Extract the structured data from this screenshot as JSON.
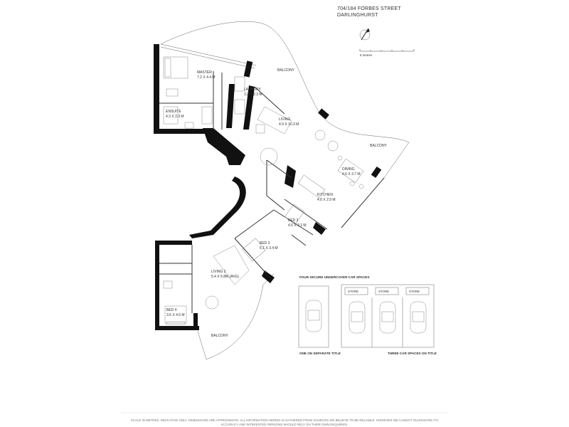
{
  "header": {
    "address_line1": "704/184 FORBES STREET",
    "address_line2": "DARLINGHURST"
  },
  "scale": {
    "label": "5 metres"
  },
  "rooms": [
    {
      "name": "MASTER",
      "dims": "7.2 X 4.4 M"
    },
    {
      "name": "LAUNDRY",
      "dims": "3.2 X 2.3 M"
    },
    {
      "name": "ENSUITE",
      "dims": "4.3 X 2.3 M"
    },
    {
      "name": "LIVING",
      "dims": "4.9 X 10.3 M"
    },
    {
      "name": "DINING",
      "dims": "4.6 X 3.7 M"
    },
    {
      "name": "KITCHEN",
      "dims": "4.8 X 2.5 M"
    },
    {
      "name": "BED 2",
      "dims": "4.5 X 2.1 M"
    },
    {
      "name": "BED 3",
      "dims": "5.1 X 3.4 M"
    },
    {
      "name": "LIVING 2",
      "dims": "5.4 X 5.8M (AVG)"
    },
    {
      "name": "BED 4",
      "dims": "3.6 X 4.5 M"
    }
  ],
  "balconies": [
    "BALCONY",
    "BALCONY",
    "BALCONY"
  ],
  "parking": {
    "title": "FOUR SECURE UNDERCOVER CAR SPACES",
    "store_labels": [
      "STORE",
      "STORE",
      "STORE"
    ],
    "left_caption": "ONE ON SEPARATE TITLE",
    "right_caption": "THREE CAR SPACES ON TITLE"
  },
  "footer": {
    "line1": "SCALE IN METRES. INDICATIVE ONLY. DIMENSIONS ARE APPROXIMATE. ALL INFORMATION HEREIN IS GATHERED FROM SOURCES WE BELIEVE TO BE RELIABLE. HOWEVER WE CANNOT GUARANTEE ITS",
    "line2": "ACCURACY AND INTERESTED PERSONS SHOULD RELY ON THEIR OWN ENQUIRIES."
  },
  "icons": [
    "north-arrow-icon",
    "car-icon"
  ]
}
